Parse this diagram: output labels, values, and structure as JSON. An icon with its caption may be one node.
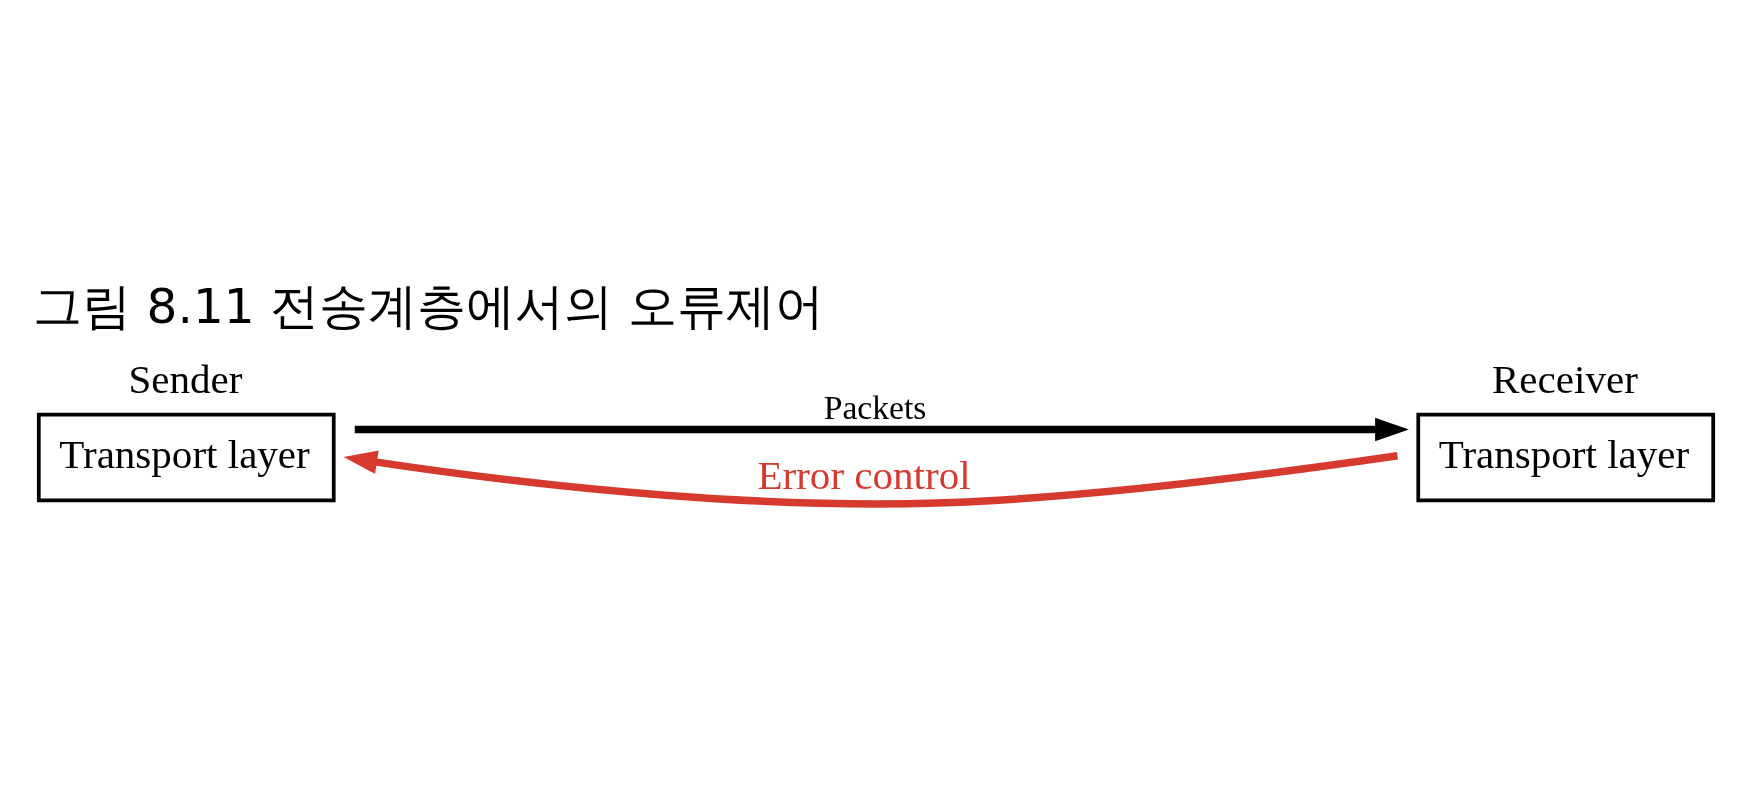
{
  "diagram": {
    "title": "그림 8.11 전송계층에서의 오류제어",
    "nodes": [
      {
        "text": [
          "Sender",
          "Transport layer"
        ]
      },
      {
        "text": [
          "Receiver",
          "Transport layer"
        ]
      }
    ],
    "edges": [
      {
        "from": 0,
        "to": 1,
        "arrow": "to",
        "label": "Packets"
      },
      {
        "from": 1,
        "to": 0,
        "arrow": "to",
        "label": "Error control",
        "color": "#d63a2f"
      }
    ]
  }
}
